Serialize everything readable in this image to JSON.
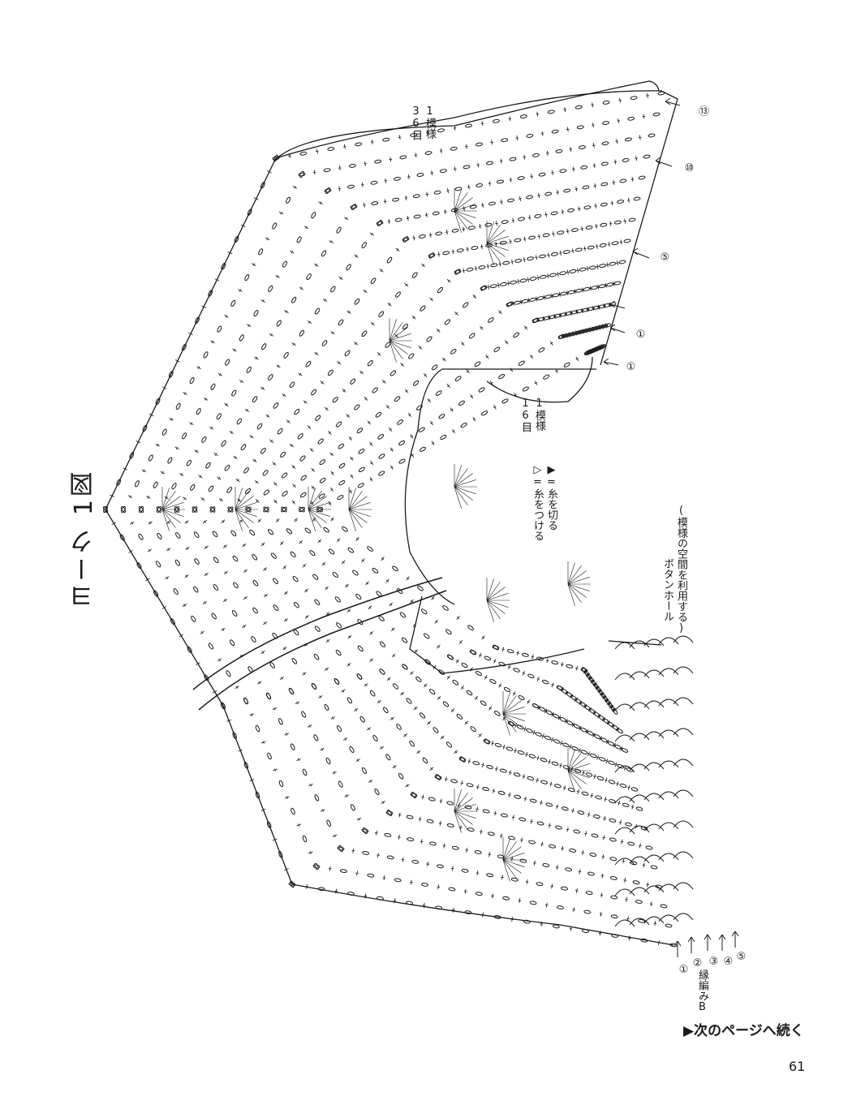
{
  "title": "ヨーク 1図",
  "labels": {
    "top_repeat_count": "36目",
    "top_repeat_unit": "1模様",
    "inner_repeat_count": "16目",
    "inner_repeat_unit": "1模様",
    "legend_join": "▷=糸をつける",
    "legend_cut": "▶=糸を切る",
    "buttonhole": "ボタンホール",
    "buttonhole_note": "(模様の空間を利用する)",
    "edging": "縁編みB"
  },
  "row_markers_top": [
    "⑬",
    "⑩",
    "⑤",
    "①",
    "①"
  ],
  "row_markers_bottom": [
    "①",
    "②",
    "③",
    "④",
    "⑤"
  ],
  "footer": {
    "continue_text": "▶次のページへ続く",
    "page_number": "61"
  }
}
